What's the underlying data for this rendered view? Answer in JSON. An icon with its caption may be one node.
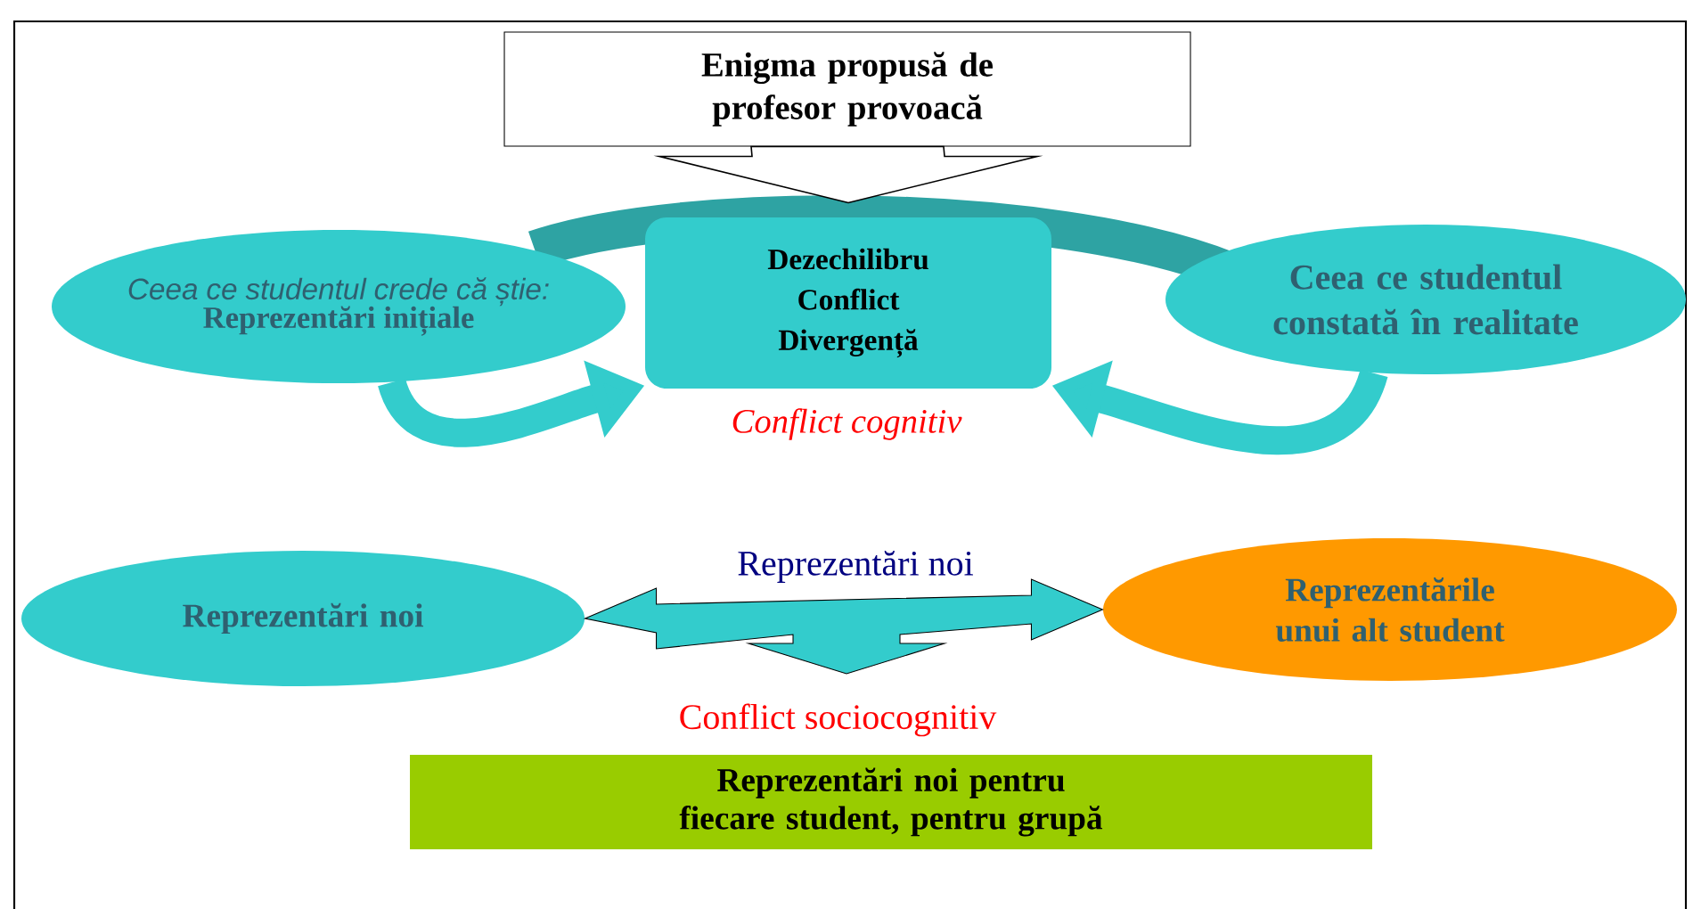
{
  "diagram": {
    "nodes": [
      {
        "text": [
          "Enigma propusă de profesor provoacă"
        ]
      },
      {
        "text": [
          "Ceea ce studentul crede că știe:",
          "Reprezentări inițiale"
        ]
      },
      {
        "text": [
          "Dezechilibru Conflict Divergență"
        ]
      },
      {
        "text": [
          "Ceea ce studentul constată în realitate"
        ]
      },
      {
        "text": [
          "Reprezentări noi"
        ]
      },
      {
        "text": [
          "Reprezentările unui alt student"
        ]
      },
      {
        "text": [
          "Reprezentări noi pentru fiecare student, pentru grupă"
        ]
      }
    ],
    "edges": [
      {
        "from": 0,
        "to": 2,
        "arrow": "to"
      },
      {
        "from": 1,
        "to": 2,
        "arrow": "to"
      },
      {
        "from": 3,
        "to": 2,
        "arrow": "to"
      },
      {
        "from": 4,
        "to": 5,
        "arrow": "both"
      }
    ],
    "labels": [
      "Conflict cognitiv",
      "Reprezentări noi",
      "Conflict sociocognitiv"
    ]
  }
}
